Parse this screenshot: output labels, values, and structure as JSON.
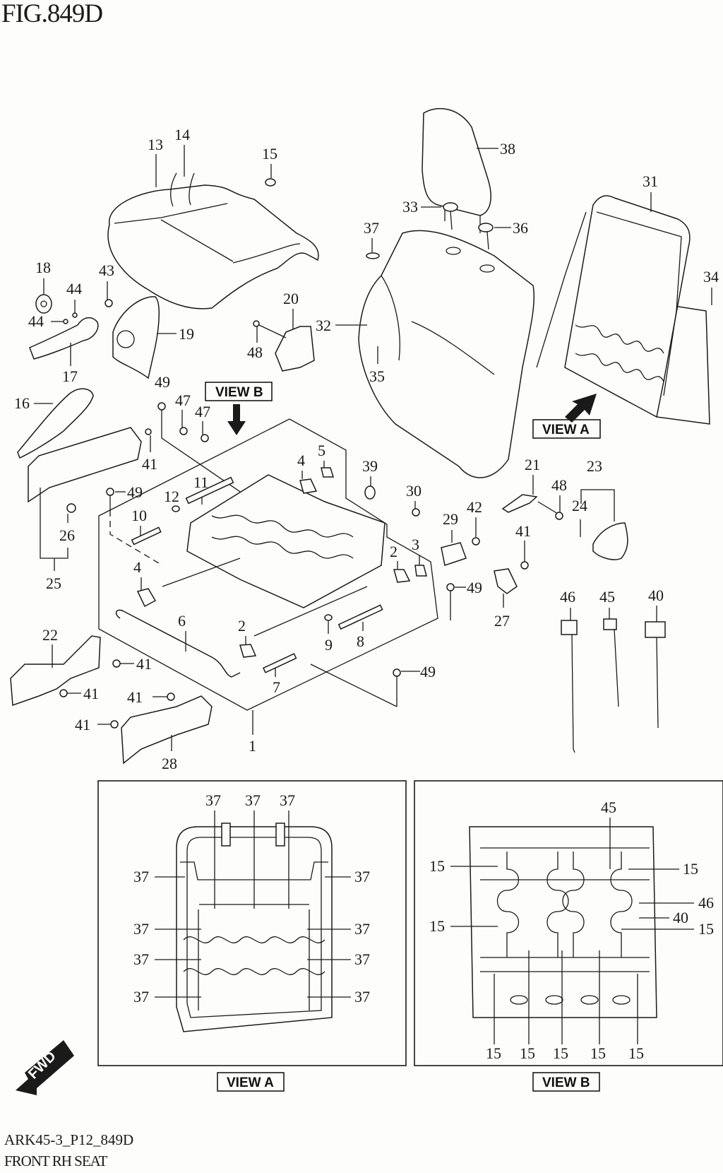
{
  "figure": {
    "title": "FIG.849D",
    "code": "ARK45-3_P12_849D",
    "name": "FRONT RH SEAT"
  },
  "view_tags": {
    "view_a": "VIEW A",
    "view_b": "VIEW B",
    "fwd": "FWD"
  },
  "callouts": {
    "c1": "1",
    "c2a": "2",
    "c2b": "2",
    "c3": "3",
    "c4a": "4",
    "c4b": "4",
    "c5": "5",
    "c6": "6",
    "c7": "7",
    "c8": "8",
    "c9": "9",
    "c10": "10",
    "c11": "11",
    "c12": "12",
    "c13": "13",
    "c14": "14",
    "c15": "15",
    "c16": "16",
    "c17": "17",
    "c18": "18",
    "c19": "19",
    "c20": "20",
    "c21": "21",
    "c22": "22",
    "c23": "23",
    "c24": "24",
    "c25": "25",
    "c26": "26",
    "c27": "27",
    "c28": "28",
    "c29": "29",
    "c30": "30",
    "c31": "31",
    "c32": "32",
    "c33": "33",
    "c34": "34",
    "c35": "35",
    "c36": "36",
    "c37": "37",
    "c38": "38",
    "c39": "39",
    "c40": "40",
    "c41a": "41",
    "c41b": "41",
    "c41c": "41",
    "c41d": "41",
    "c41e": "41",
    "c41f": "41",
    "c42": "42",
    "c43": "43",
    "c44a": "44",
    "c44b": "44",
    "c45": "45",
    "c46": "46",
    "c47a": "47",
    "c47b": "47",
    "c48a": "48",
    "c48b": "48",
    "c49a": "49",
    "c49b": "49",
    "c49c": "49",
    "c49d": "49"
  },
  "view_a_callouts": [
    "37",
    "37",
    "37",
    "37",
    "37",
    "37",
    "37",
    "37",
    "37",
    "37",
    "37"
  ],
  "view_b_callouts": [
    "45",
    "15",
    "15",
    "46",
    "40",
    "15",
    "15",
    "15",
    "15",
    "15",
    "15",
    "15"
  ]
}
